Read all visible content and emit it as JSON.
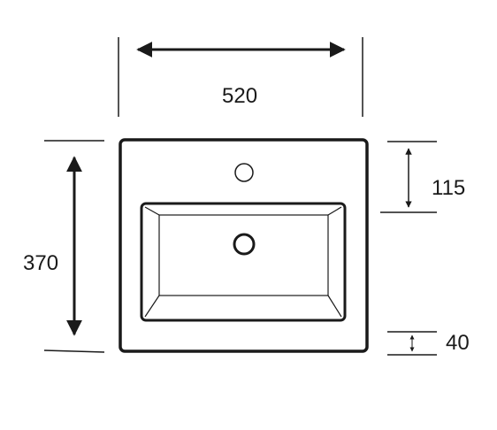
{
  "dimensions": {
    "width": "520",
    "depth": "370",
    "tap_offset": "115",
    "thickness": "40"
  },
  "colors": {
    "line": "#1a1a1a",
    "background": "#ffffff"
  }
}
